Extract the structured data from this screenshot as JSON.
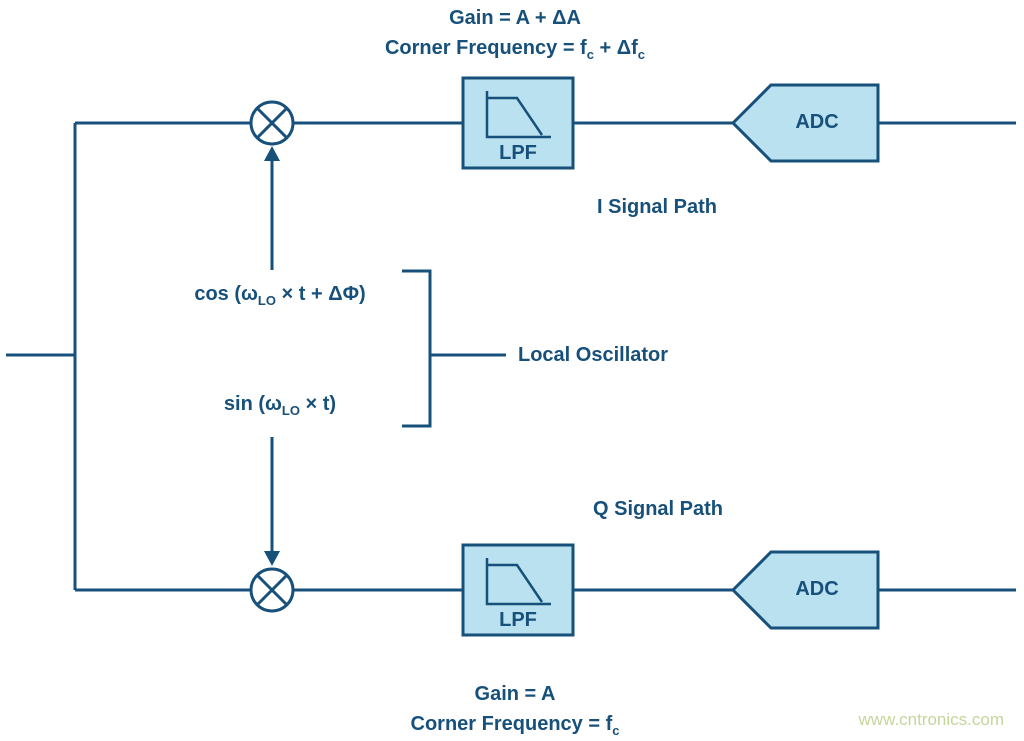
{
  "diagram": {
    "top_caption": {
      "line1": "Gain = A + ΔA",
      "line2": {
        "pre": "Corner Frequency = f",
        "sub1": "c",
        "mid": " + Δf",
        "sub2": "c"
      }
    },
    "bottom_caption": {
      "line1": "Gain = A",
      "line2": {
        "pre": "Corner Frequency = f",
        "sub1": "c"
      }
    },
    "cos_label": {
      "pre": "cos (ω",
      "sub": "LO",
      "post": " × t + ΔΦ)"
    },
    "sin_label": {
      "pre": "sin (ω",
      "sub": "LO",
      "post": " × t)"
    },
    "local_oscillator_label": "Local Oscillator",
    "i_path_label": "I Signal Path",
    "q_path_label": "Q Signal Path",
    "lpf_top_label": "LPF",
    "lpf_bottom_label": "LPF",
    "adc_top_label": "ADC",
    "adc_bottom_label": "ADC",
    "watermark": "www.cntronics.com",
    "colors": {
      "line": "#17507a",
      "block_fill": "#b9e1ef",
      "text": "#17507a",
      "watermark": "#c3d69b"
    }
  }
}
